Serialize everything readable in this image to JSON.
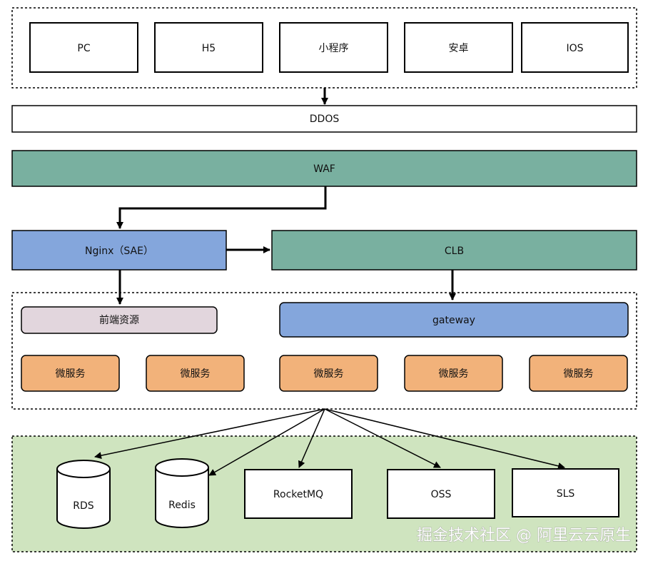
{
  "clients": {
    "items": [
      "PC",
      "H5",
      "小程序",
      "安卓",
      "IOS"
    ]
  },
  "ddos": {
    "label": "DDOS"
  },
  "waf": {
    "label": "WAF"
  },
  "nginx": {
    "label": "Nginx（SAE）"
  },
  "clb": {
    "label": "CLB"
  },
  "frontend_resources": {
    "label": "前端资源"
  },
  "gateway": {
    "label": "gateway"
  },
  "microservices": {
    "items": [
      "微服务",
      "微服务",
      "微服务",
      "微服务",
      "微服务"
    ]
  },
  "storage": {
    "rds": "RDS",
    "redis": "Redis",
    "rocketmq": "RocketMQ",
    "oss": "OSS",
    "sls": "SLS"
  },
  "watermark": "掘金技术社区 @ 阿里云云原生",
  "colors": {
    "waf_fill": "#79b0a0",
    "clb_fill": "#79b0a0",
    "nginx_fill": "#84a6dc",
    "gateway_fill": "#84a6dc",
    "frontend_fill": "#e2d6dd",
    "microservice_fill": "#f2b27a",
    "storage_zone_fill": "#cfe4bf"
  }
}
